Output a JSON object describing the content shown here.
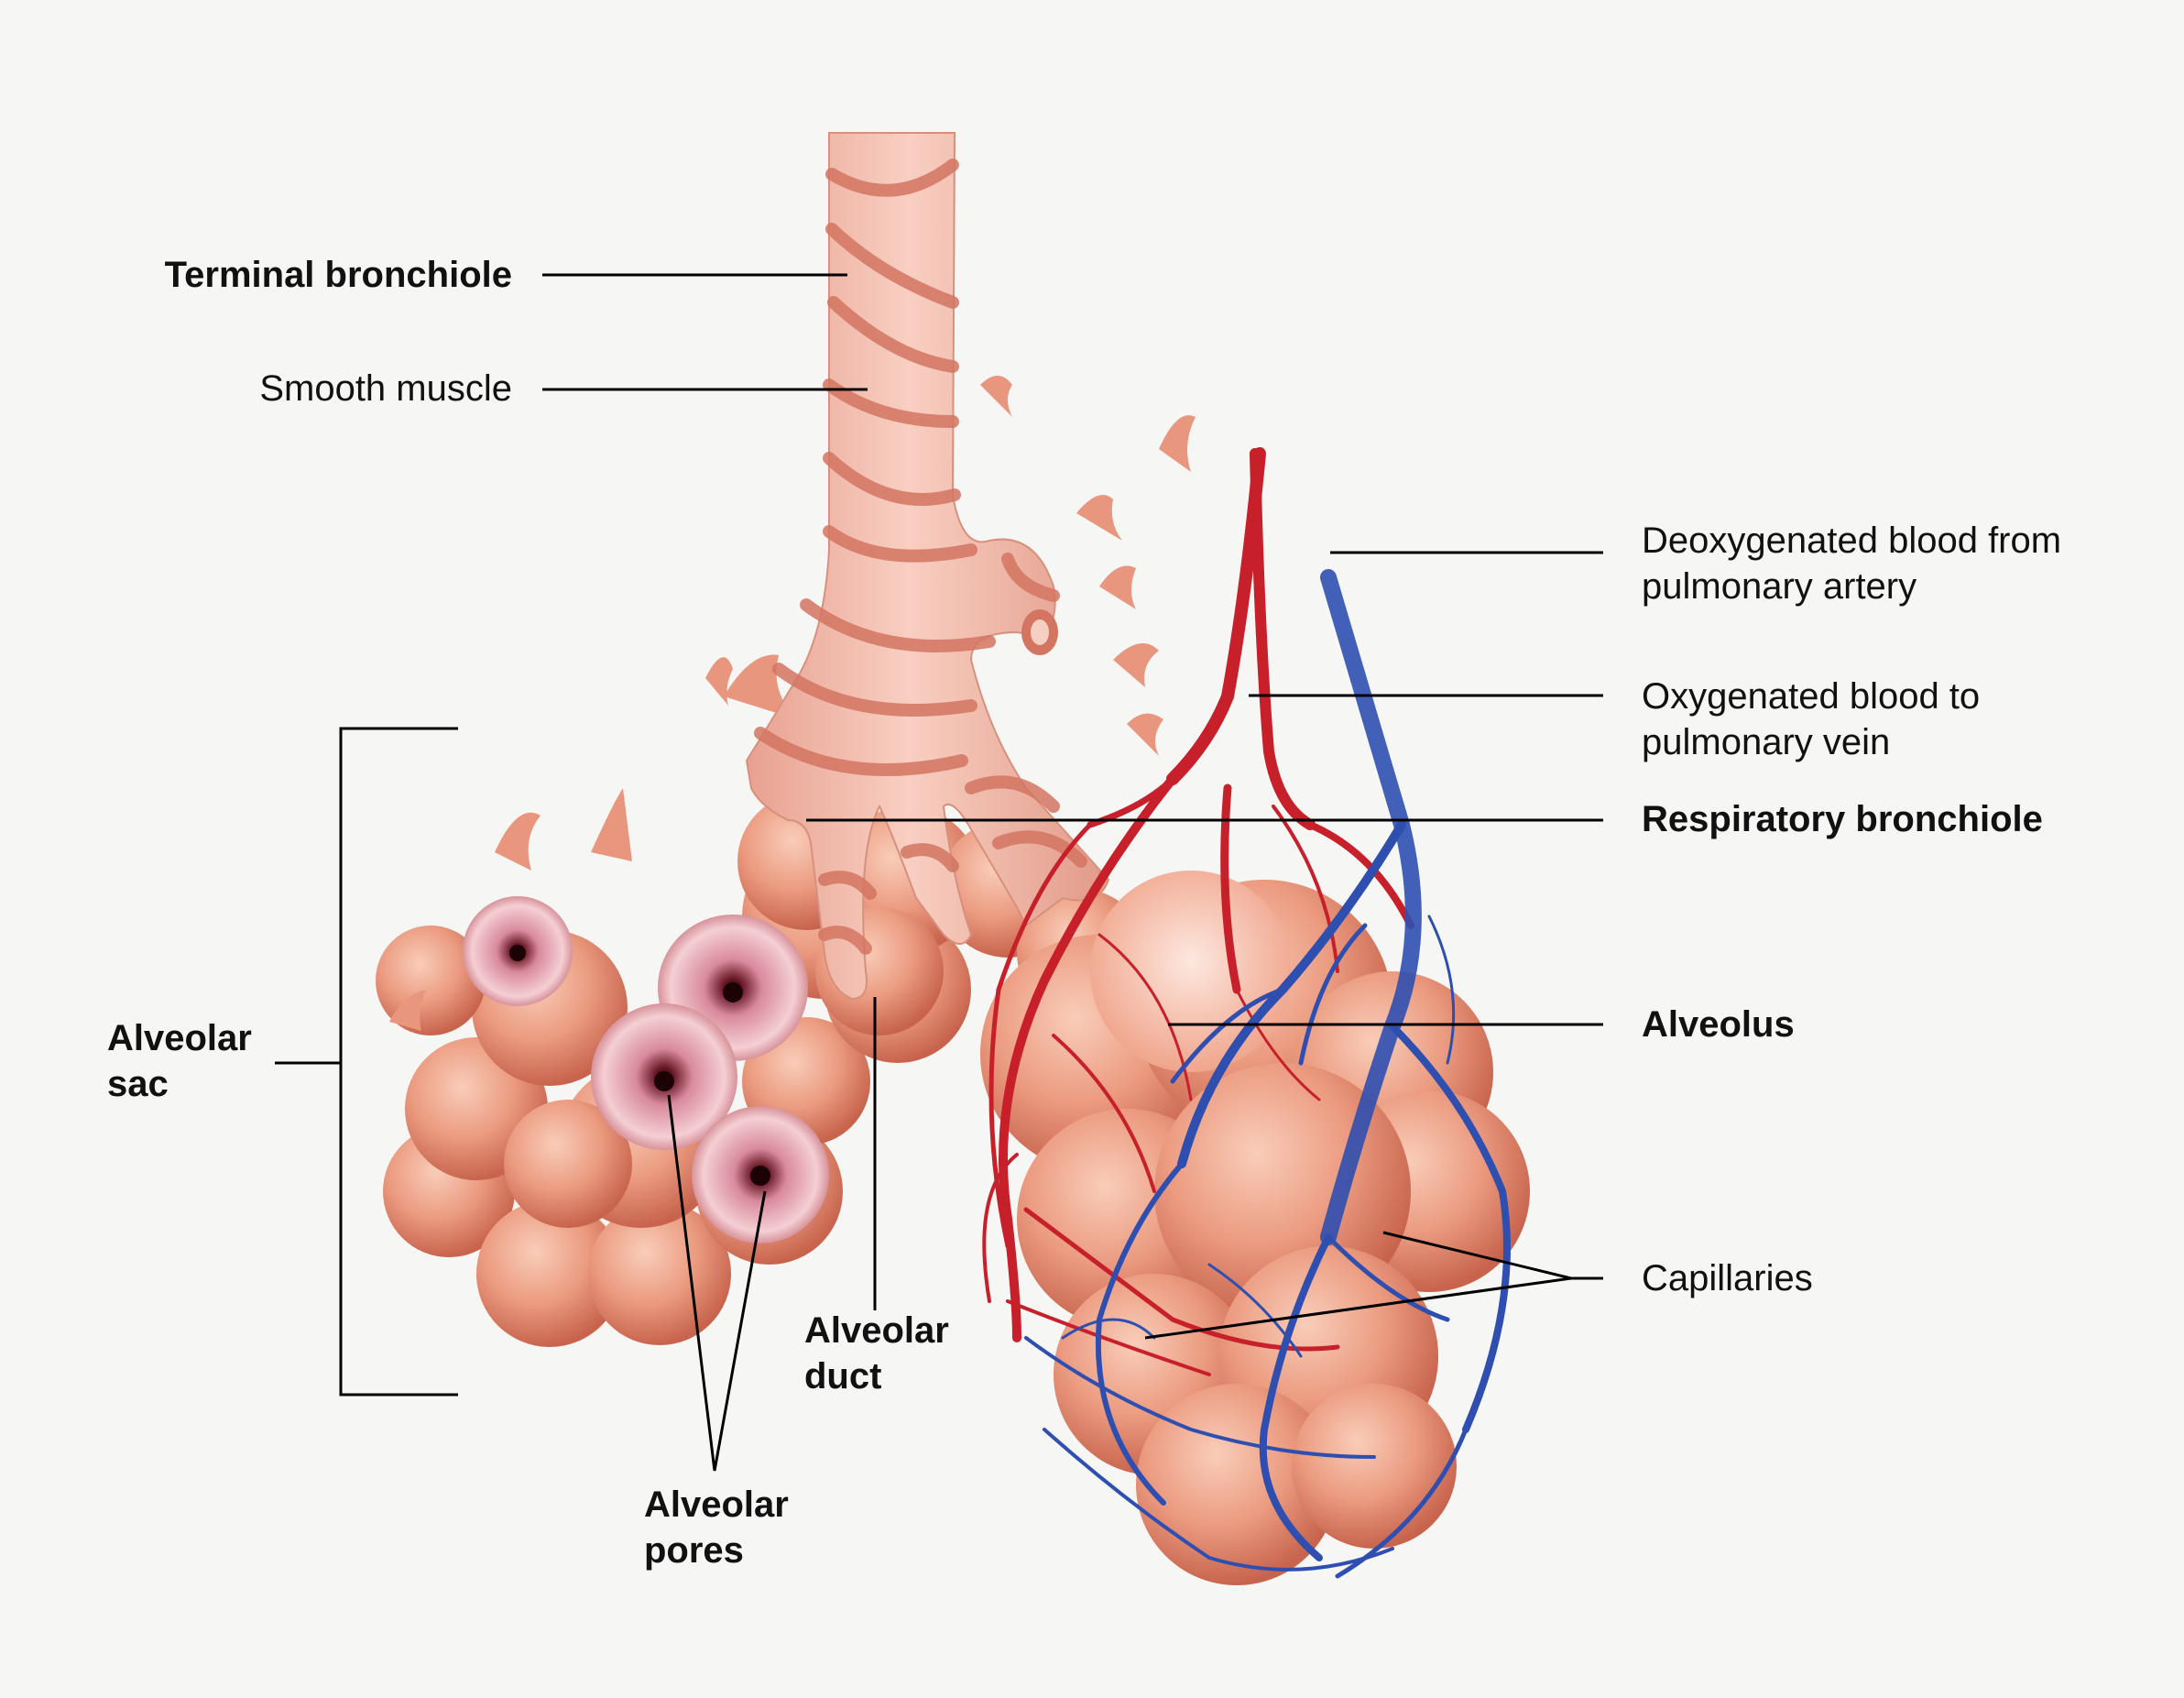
{
  "labels": {
    "terminal_bronchiole": "Terminal bronchiole",
    "smooth_muscle": "Smooth muscle",
    "deoxygenated_blood": [
      "Deoxygenated blood from",
      "pulmonary artery"
    ],
    "oxygenated_blood": [
      "Oxygenated blood to",
      "pulmonary vein"
    ],
    "respiratory_bronchiole": "Respiratory bronchiole",
    "alveolus": "Alveolus",
    "capillaries": "Capillaries",
    "alveolar_sac": [
      "Alveolar",
      "sac"
    ],
    "alveolar_duct": [
      "Alveolar",
      "duct"
    ],
    "alveolar_pores": [
      "Alveolar",
      "pores"
    ]
  },
  "colors": {
    "background": "#f6f7f4",
    "tissue": "#e9967e",
    "bronchiole": "#f3b7a6",
    "muscle_band": "#d97a68",
    "artery": "#c8202b",
    "vein": "#2f4fb0",
    "leader_line": "#000000"
  }
}
